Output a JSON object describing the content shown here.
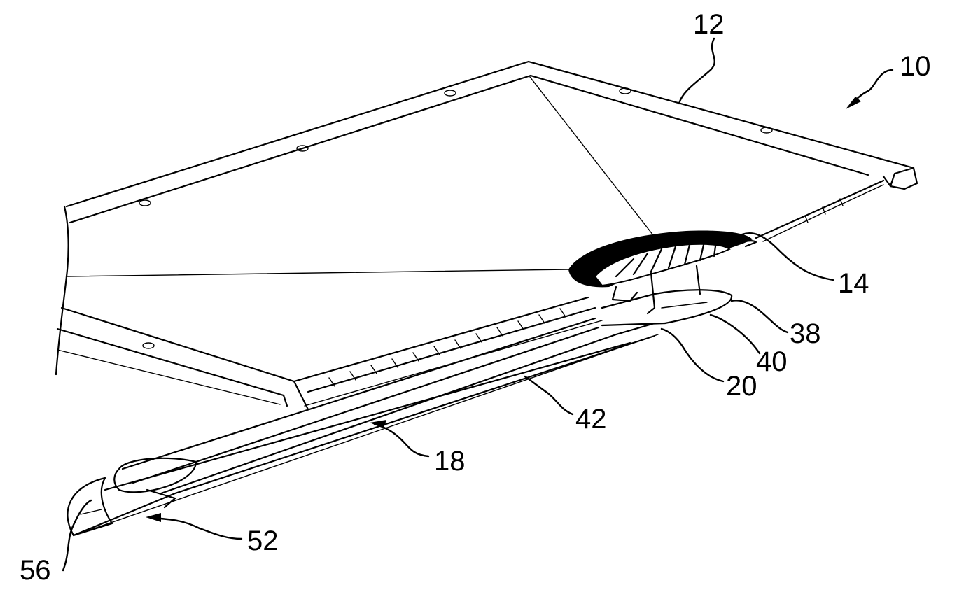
{
  "figure": {
    "reference_numerals": {
      "r10": "10",
      "r12": "12",
      "r14": "14",
      "r18": "18",
      "r20": "20",
      "r38": "38",
      "r40": "40",
      "r42": "42",
      "r52": "52",
      "r56": "56"
    }
  }
}
